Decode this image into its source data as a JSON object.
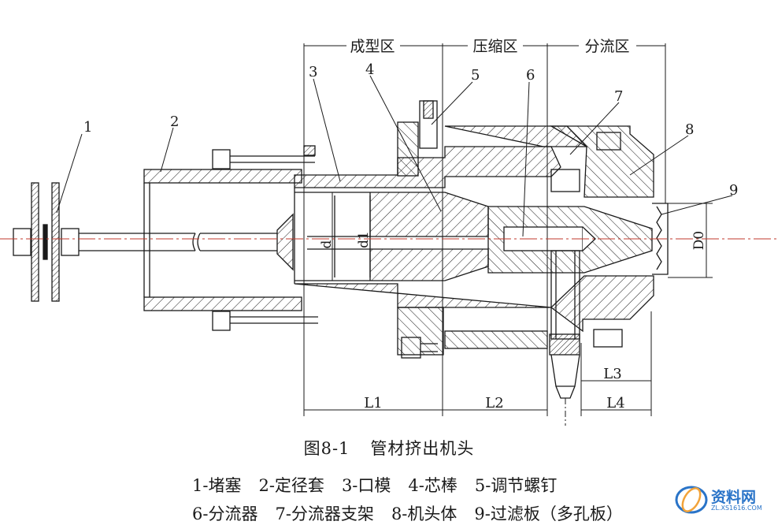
{
  "zones": {
    "forming": "成型区",
    "compression": "压缩区",
    "distribution": "分流区"
  },
  "part_numbers": [
    "1",
    "2",
    "3",
    "4",
    "5",
    "6",
    "7",
    "8",
    "9"
  ],
  "dimensions": {
    "d": "d",
    "d1": "d1",
    "D0": "D0",
    "L1": "L1",
    "L2": "L2",
    "L3": "L3",
    "L4": "L4"
  },
  "caption": {
    "figure_no": "图8-1",
    "title": "管材挤出机头"
  },
  "legend": {
    "row1": [
      "1-堵塞",
      "2-定径套",
      "3-口模",
      "4-芯棒",
      "5-调节螺钉"
    ],
    "row2": [
      "6-分流器",
      "7-分流器支架",
      "8-机头体",
      "9-过滤板（多孔板）"
    ]
  },
  "watermark": {
    "text": "资料网",
    "sub": "ZL.XS1616.COM"
  },
  "colors": {
    "line": "#1a1a1a",
    "centerline": "#c0392b",
    "watermark": "#2a74c8"
  }
}
